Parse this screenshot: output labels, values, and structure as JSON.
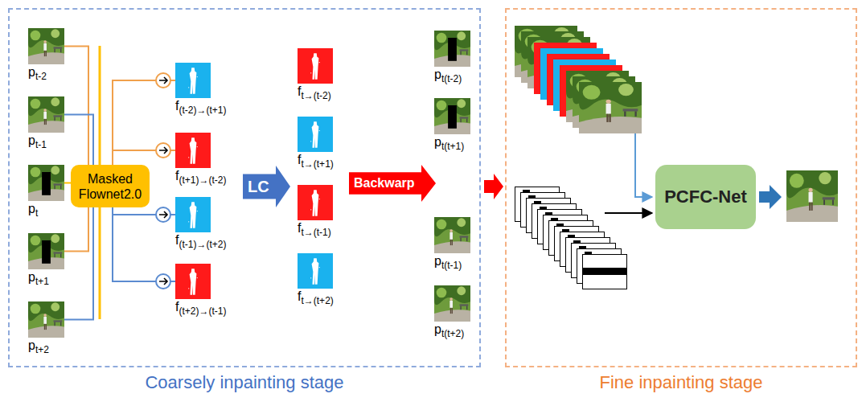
{
  "diagram": {
    "nodes": [
      {
        "text": [
          "Coarsely inpainting stage"
        ]
      },
      {
        "text": [
          "pt-2"
        ],
        "in": 0
      },
      {
        "text": [
          "pt-1"
        ],
        "in": 0
      },
      {
        "text": [
          "pt"
        ],
        "in": 0
      },
      {
        "text": [
          "pt+1"
        ],
        "in": 0
      },
      {
        "text": [
          "pt+2"
        ],
        "in": 0
      },
      {
        "text": [
          "Masked Flownet2.0"
        ],
        "in": 0
      },
      {
        "text": [
          "f(t-2)→(t+1)"
        ],
        "in": 0
      },
      {
        "text": [
          "f(t+1)→(t-2)"
        ],
        "in": 0
      },
      {
        "text": [
          "f(t-1)→(t+2)"
        ],
        "in": 0
      },
      {
        "text": [
          "f(t+2)→(t-1)"
        ],
        "in": 0
      },
      {
        "text": [
          "LC"
        ],
        "in": 0
      },
      {
        "text": [
          "ft→(t-2)"
        ],
        "in": 0
      },
      {
        "text": [
          "ft→(t+1)"
        ],
        "in": 0
      },
      {
        "text": [
          "ft→(t-1)"
        ],
        "in": 0
      },
      {
        "text": [
          "ft→(t+2)"
        ],
        "in": 0
      },
      {
        "text": [
          "Backwarp"
        ],
        "in": 0
      },
      {
        "text": [
          "pt(t-2)"
        ],
        "in": 0
      },
      {
        "text": [
          "pt(t+1)"
        ],
        "in": 0
      },
      {
        "text": [
          "pt(t-1)"
        ],
        "in": 0
      },
      {
        "text": [
          "pt(t+2)"
        ],
        "in": 0
      },
      {
        "text": [
          "Fine inpainting stage"
        ]
      },
      {
        "text": [
          "PCFC-Net"
        ],
        "in": 21
      }
    ],
    "edges": [
      {
        "from": 1,
        "to": 6,
        "arrow": "none"
      },
      {
        "from": 2,
        "to": 6,
        "arrow": "none"
      },
      {
        "from": 3,
        "to": 6,
        "arrow": "none"
      },
      {
        "from": 4,
        "to": 6,
        "arrow": "none"
      },
      {
        "from": 5,
        "to": 6,
        "arrow": "none"
      },
      {
        "from": 6,
        "to": 7,
        "arrow": "none"
      },
      {
        "from": 6,
        "to": 8,
        "arrow": "none"
      },
      {
        "from": 6,
        "to": 9,
        "arrow": "none"
      },
      {
        "from": 6,
        "to": 10,
        "arrow": "none"
      }
    ]
  }
}
